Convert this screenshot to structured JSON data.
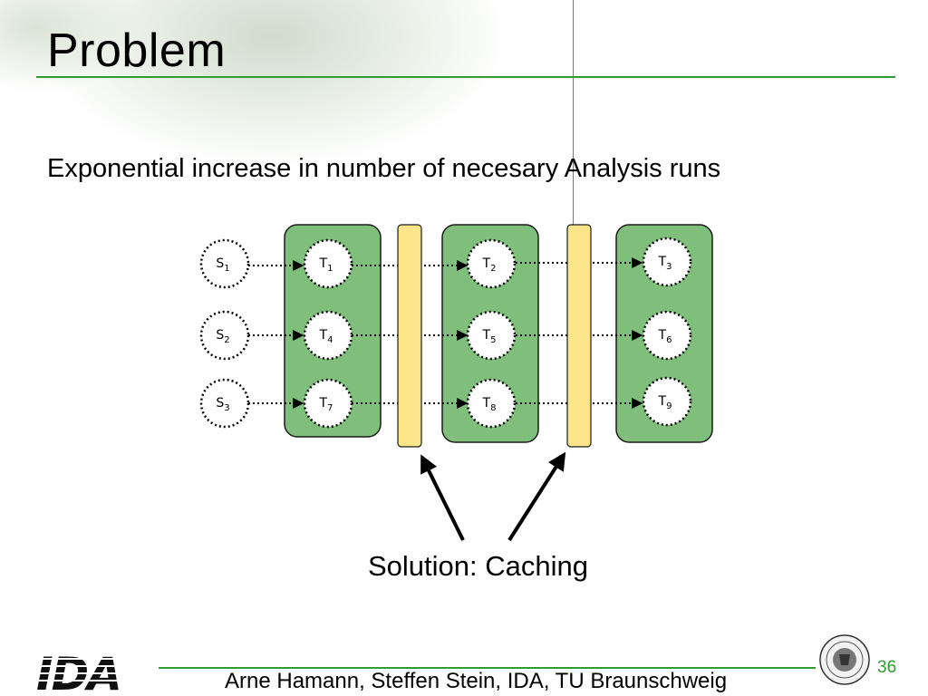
{
  "slide": {
    "title": "Problem",
    "subtitle": "Exponential increase in number of necesary Analysis runs",
    "caption": "Solution: Caching",
    "footer": "Arne Hamann, Steffen Stein, IDA, TU Braunschweig",
    "page_number": "36",
    "logo_text": "IDA"
  },
  "diagram": {
    "sources": [
      {
        "base": "S",
        "sub": "1"
      },
      {
        "base": "S",
        "sub": "2"
      },
      {
        "base": "S",
        "sub": "3"
      }
    ],
    "tasks": [
      {
        "base": "T",
        "sub": "1"
      },
      {
        "base": "T",
        "sub": "2"
      },
      {
        "base": "T",
        "sub": "3"
      },
      {
        "base": "T",
        "sub": "4"
      },
      {
        "base": "T",
        "sub": "5"
      },
      {
        "base": "T",
        "sub": "6"
      },
      {
        "base": "T",
        "sub": "7"
      },
      {
        "base": "T",
        "sub": "8"
      },
      {
        "base": "T",
        "sub": "9"
      }
    ],
    "colors": {
      "resource_fill": "#7fbf7b",
      "cache_fill": "#fde68a",
      "accent_green": "#2e9c2e"
    }
  }
}
